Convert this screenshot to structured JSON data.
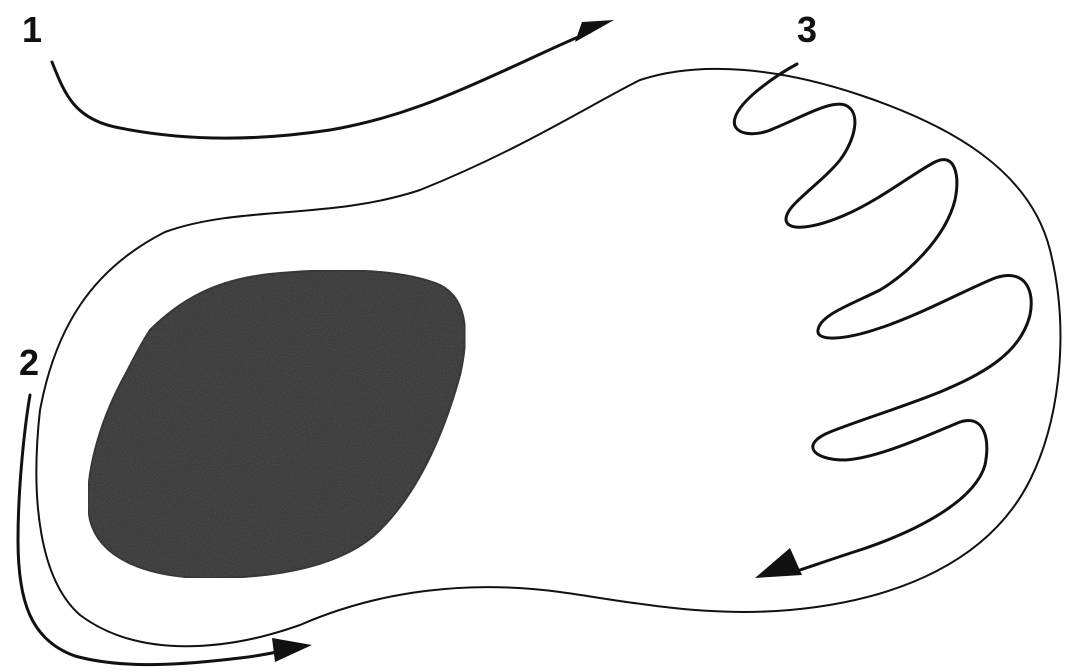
{
  "labels": {
    "arrow_1": "1",
    "arrow_2": "2",
    "arrow_3": "3"
  },
  "colors": {
    "stroke": "#111111",
    "dark_mass": "#2e2e2e",
    "background": "#ffffff"
  }
}
